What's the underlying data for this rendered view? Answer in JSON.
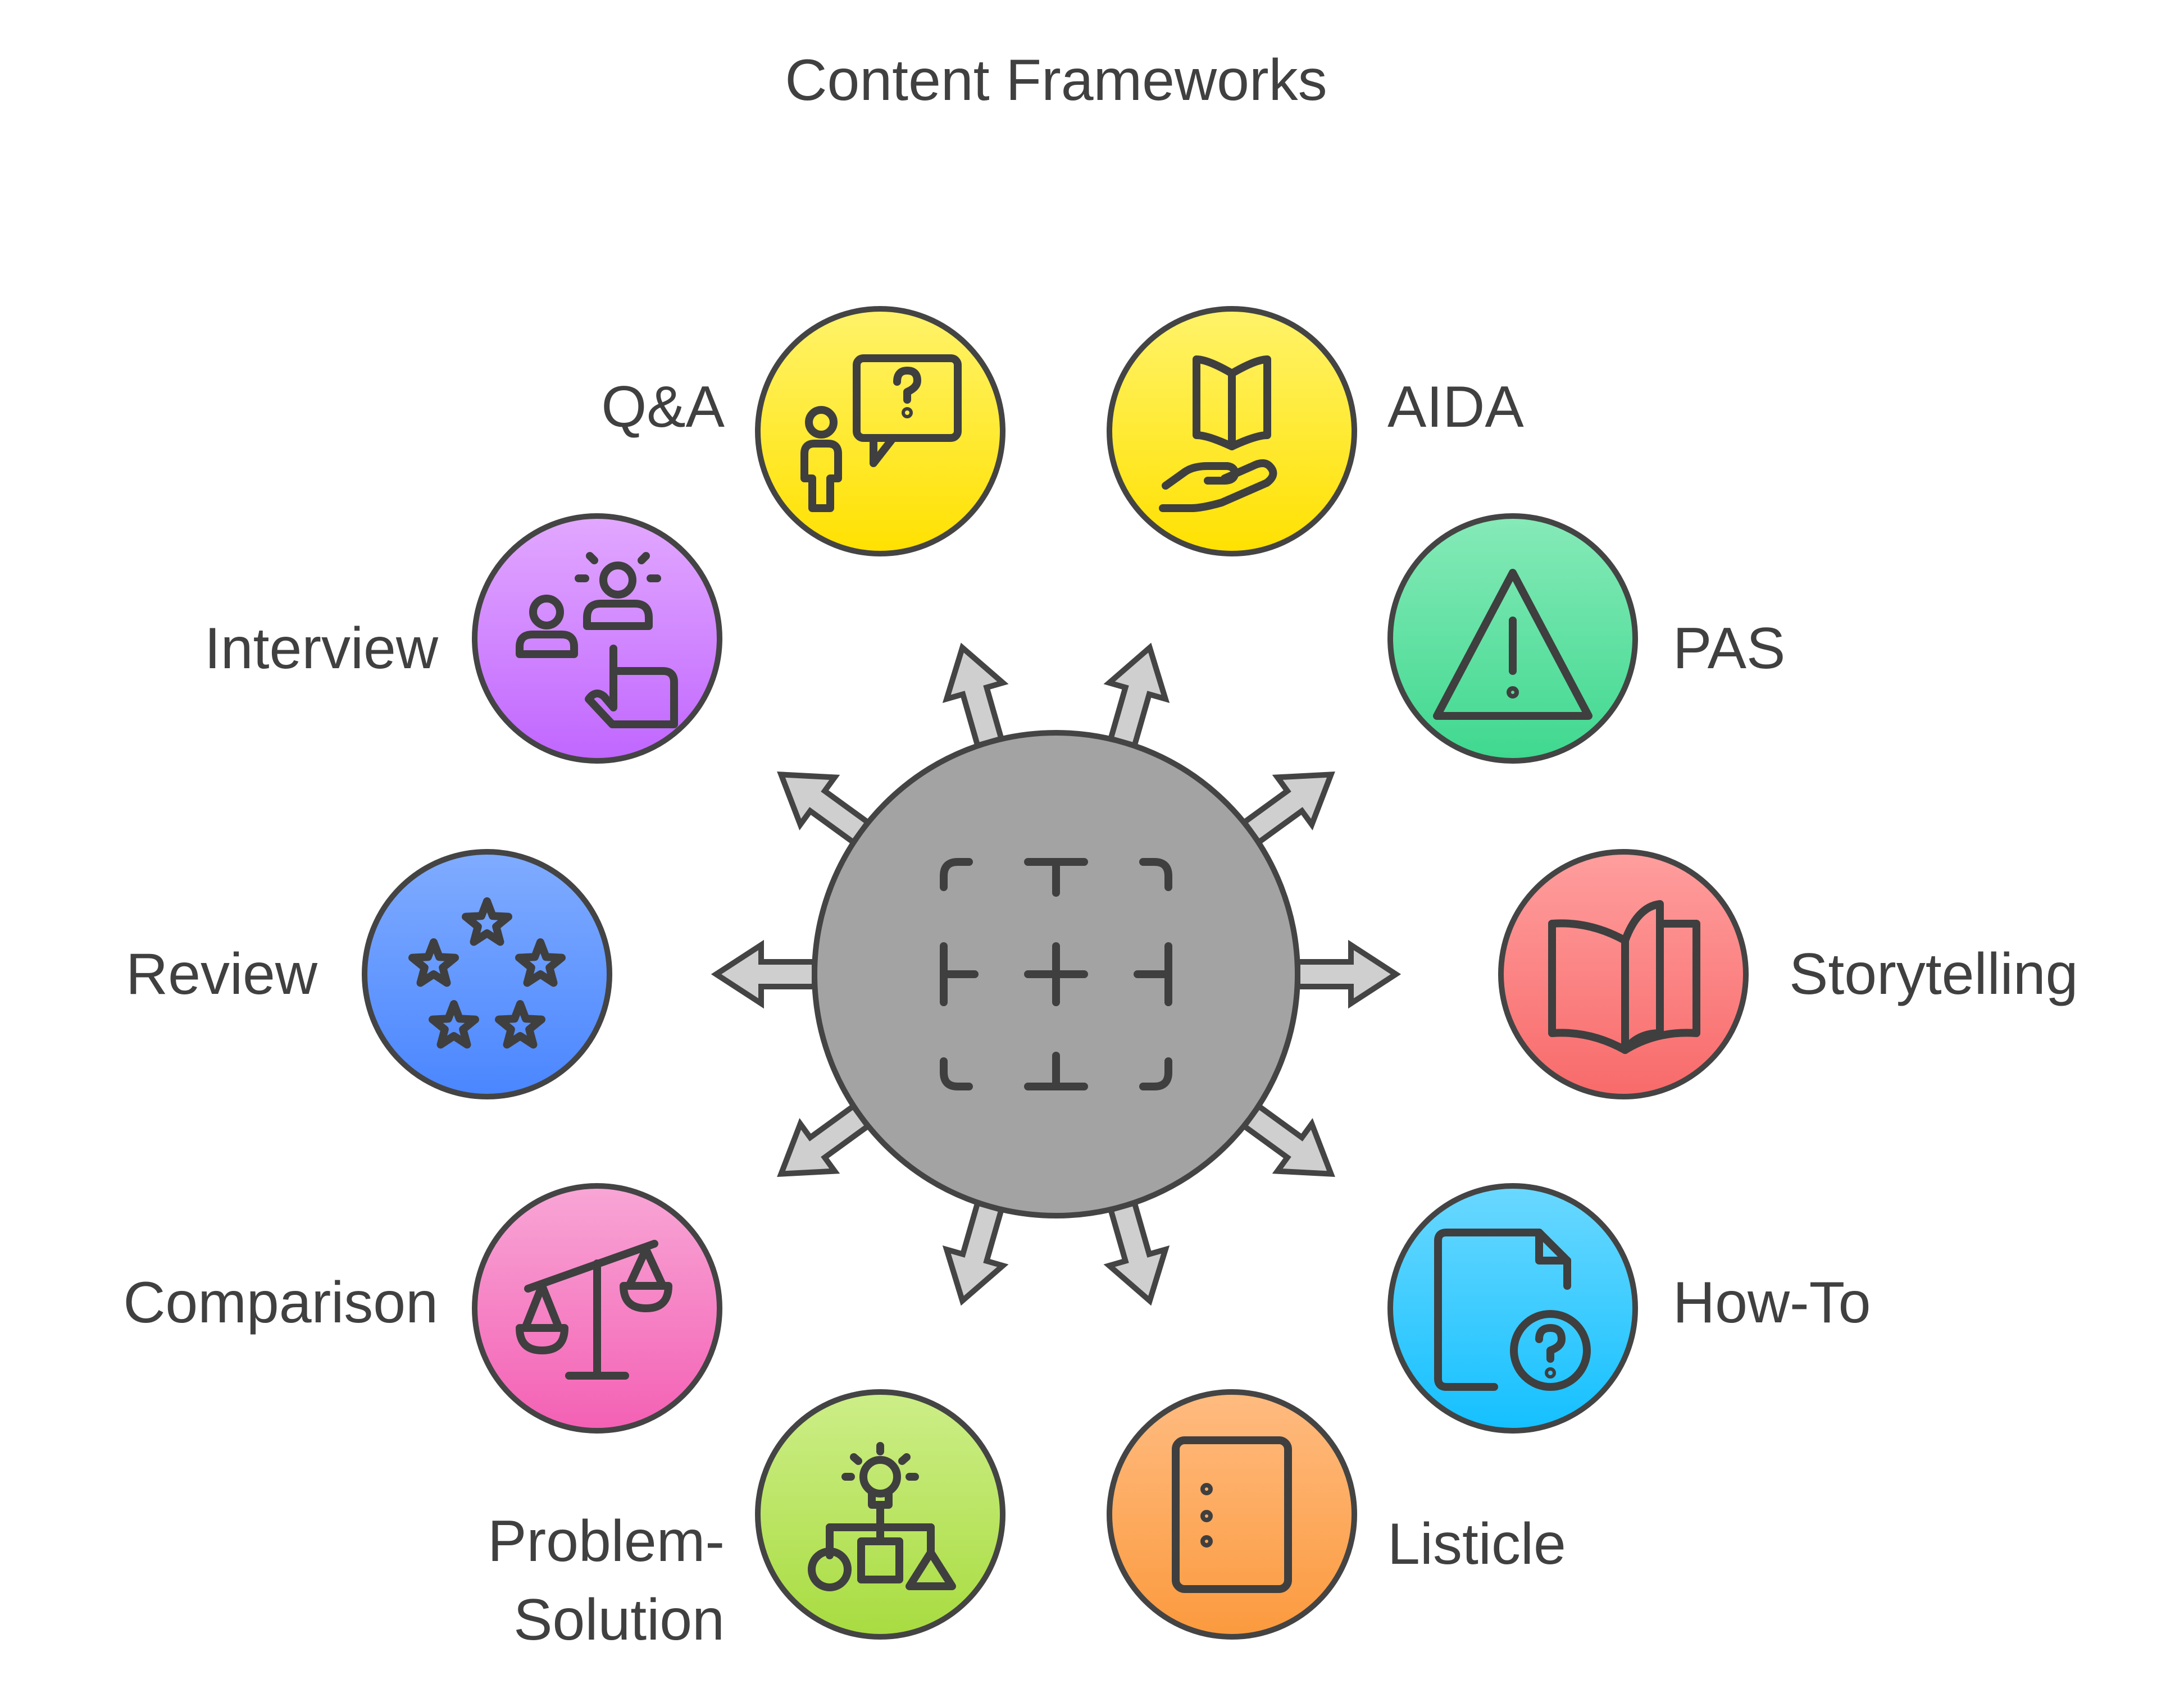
{
  "title": "Content Frameworks",
  "hub": {
    "icon": "focus-frame-icon",
    "color": "#a3a3a3"
  },
  "items": [
    {
      "label": "Q&A",
      "icon": "question-person-icon",
      "color_top": "#fff36a",
      "color_bottom": "#ffe100"
    },
    {
      "label": "AIDA",
      "icon": "book-in-hand-icon",
      "color_top": "#fff36a",
      "color_bottom": "#ffe100"
    },
    {
      "label": "PAS",
      "icon": "warning-triangle-icon",
      "color_top": "#86eab8",
      "color_bottom": "#3fd88f"
    },
    {
      "label": "Storytelling",
      "icon": "open-book-icon",
      "color_top": "#ff9e9e",
      "color_bottom": "#f86a6a"
    },
    {
      "label": "How-To",
      "icon": "help-document-icon",
      "color_top": "#6ad8ff",
      "color_bottom": "#14c0ff"
    },
    {
      "label": "Listicle",
      "icon": "list-card-icon",
      "color_top": "#ffbb80",
      "color_bottom": "#fb9a3e"
    },
    {
      "label_line1": "Problem-",
      "label_line2": "Solution",
      "icon": "idea-flowchart-icon",
      "color_top": "#cdee88",
      "color_bottom": "#a8dc40"
    },
    {
      "label": "Comparison",
      "icon": "balance-scale-icon",
      "color_top": "#f8a6d6",
      "color_bottom": "#f460b4"
    },
    {
      "label": "Review",
      "icon": "stars-rating-icon",
      "color_top": "#80acff",
      "color_bottom": "#4a86ff"
    },
    {
      "label": "Interview",
      "icon": "people-pointer-icon",
      "color_top": "#e2a8ff",
      "color_bottom": "#c066ff"
    }
  ]
}
